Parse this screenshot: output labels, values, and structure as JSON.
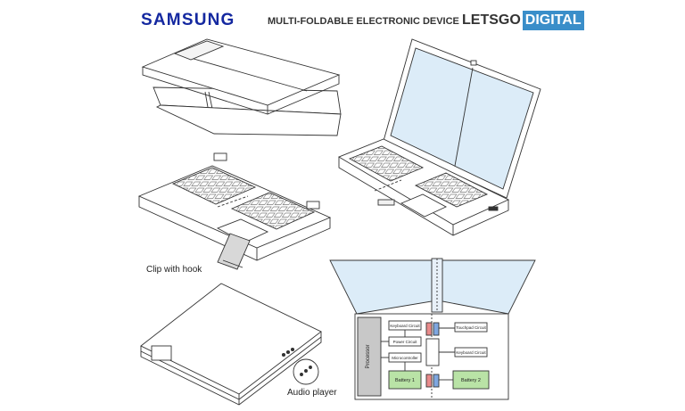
{
  "header": {
    "brand": "SAMSUNG",
    "title": "MULTI-FOLDABLE ELECTRONIC DEVICE",
    "logo_left": "LETSGO",
    "logo_right": "DIGITAL"
  },
  "labels": {
    "clip": "Clip with hook",
    "audio": "Audio player"
  },
  "circuit": {
    "processor": "Processor",
    "keyboard_circuit_left": "Keyboard Circuit",
    "power_circuit": "Power Circuit",
    "microcontroller": "Microcontroller",
    "battery_1": "Battery 1",
    "touchpad_circuit": "Touchpad Circuit",
    "keyboard_circuit_right": "Keyboard Circuit",
    "battery_2": "Battery 2"
  },
  "colors": {
    "brand": "#1428a0",
    "logo_bg": "#3a8ec9",
    "screen": "#dcecf8",
    "battery": "#b9e3a6",
    "processor": "#c8c8c8",
    "connector_red": "#e88a8a",
    "connector_blue": "#7fa7e0"
  }
}
